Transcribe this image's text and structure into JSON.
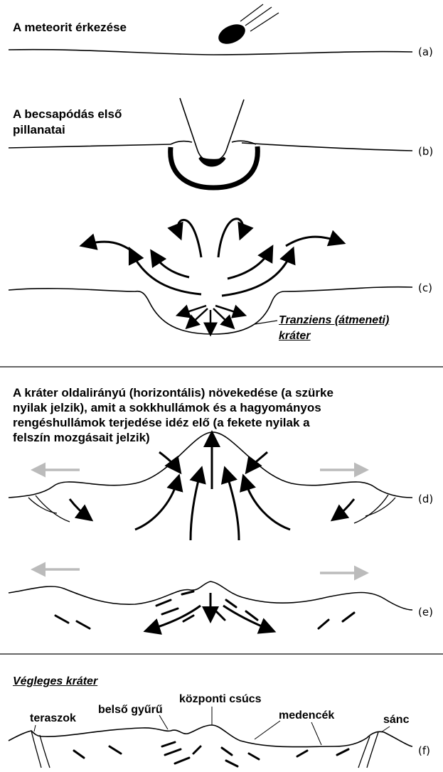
{
  "panels": {
    "a": {
      "title": "A meteorit érkezése",
      "tag": "(a)"
    },
    "b": {
      "title_line1": "A becsapódás első",
      "title_line2": "pillanatai",
      "tag": "(b)"
    },
    "c": {
      "tag": "(c)",
      "label_line1": "Tranziens (átmeneti)",
      "label_line2": "kráter"
    },
    "d": {
      "title_lines": [
        "A kráter oldalirányú (horizontális) növekedése (a szürke",
        "nyilak jelzik), amit a sokkhullámok és a hagyományos",
        "rengéshullámok terjedése idéz elő (a fekete nyilak a",
        "felszín mozgásait jelzik)"
      ],
      "tag": "(d)"
    },
    "e": {
      "tag": "(e)"
    },
    "f": {
      "title": "Végleges kráter",
      "tag": "(f)",
      "labels": {
        "terraces": "teraszok",
        "inner_ring": "belső gyűrű",
        "central_peak": "központi csúcs",
        "basins": "medencék",
        "rampart": "sánc"
      }
    }
  },
  "colors": {
    "ink": "#000000",
    "gray_arrow": "#bbbbbb",
    "divider": "#333333"
  }
}
